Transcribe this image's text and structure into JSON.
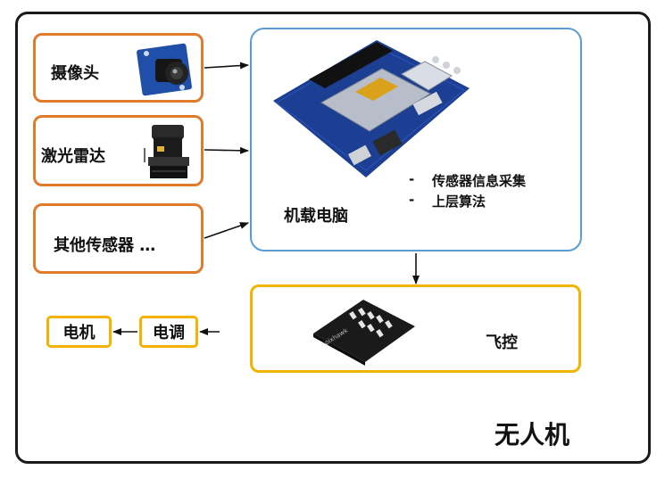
{
  "sensors": {
    "camera": "摄像头",
    "lidar": "激光雷达",
    "other": "其他传感器 …"
  },
  "computer": {
    "title": "机载电脑",
    "bullets": [
      "传感器信息采集",
      "上层算法"
    ],
    "bullet_marker": "-"
  },
  "flight_controller": {
    "label": "飞控"
  },
  "esc": {
    "label": "电调"
  },
  "motor": {
    "label": "电机"
  },
  "system": {
    "label": "无人机"
  },
  "colors": {
    "sensor_border": "#e07b2c",
    "computer_border": "#5b9bd5",
    "actuator_border": "#f2b400",
    "outer_border": "#1a1a1a"
  }
}
